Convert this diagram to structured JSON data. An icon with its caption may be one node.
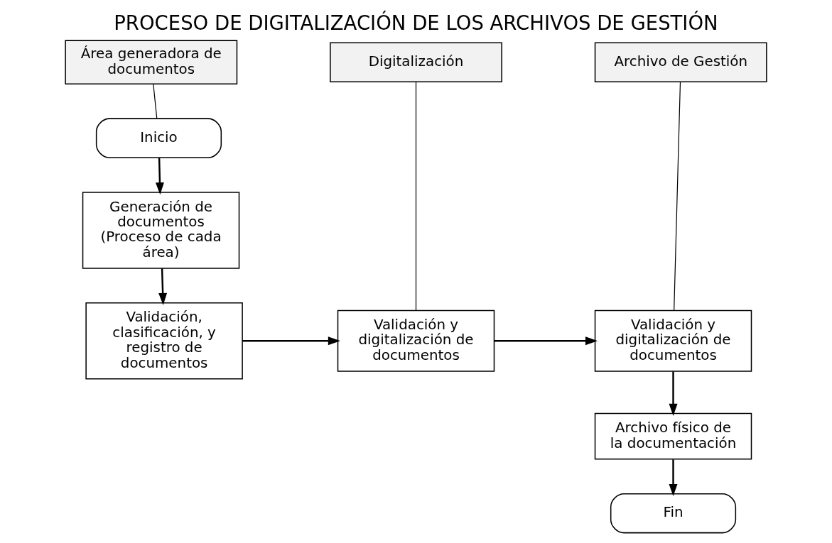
{
  "diagram": {
    "title": "PROCESO DE DIGITALIZACIÓN DE LOS ARCHIVOS DE GESTIÓN",
    "nodes": [
      {
        "text": [
          "Área generadora de documentos"
        ]
      },
      {
        "text": [
          "Inicio"
        ]
      },
      {
        "text": [
          "Generación de documentos (Proceso de cada área)"
        ]
      },
      {
        "text": [
          "Validación, clasificación, y registro de documentos"
        ]
      },
      {
        "text": [
          "Digitalización"
        ]
      },
      {
        "text": [
          "Validación y digitalización de documentos"
        ]
      },
      {
        "text": [
          "Archivo de Gestión"
        ]
      },
      {
        "text": [
          "Validación y digitalización de documentos"
        ]
      },
      {
        "text": [
          "Archivo físico de la documentación"
        ]
      },
      {
        "text": [
          "Fin"
        ]
      }
    ],
    "edges": [
      {
        "from": 0,
        "to": 1,
        "arrow": "none"
      },
      {
        "from": 1,
        "to": 2,
        "arrow": "to"
      },
      {
        "from": 2,
        "to": 3,
        "arrow": "to"
      },
      {
        "from": 3,
        "to": 5,
        "arrow": "to"
      },
      {
        "from": 4,
        "to": 5,
        "arrow": "none"
      },
      {
        "from": 5,
        "to": 7,
        "arrow": "to"
      },
      {
        "from": 6,
        "to": 7,
        "arrow": "none"
      },
      {
        "from": 7,
        "to": 8,
        "arrow": "to"
      },
      {
        "from": 8,
        "to": 9,
        "arrow": "to"
      }
    ]
  }
}
